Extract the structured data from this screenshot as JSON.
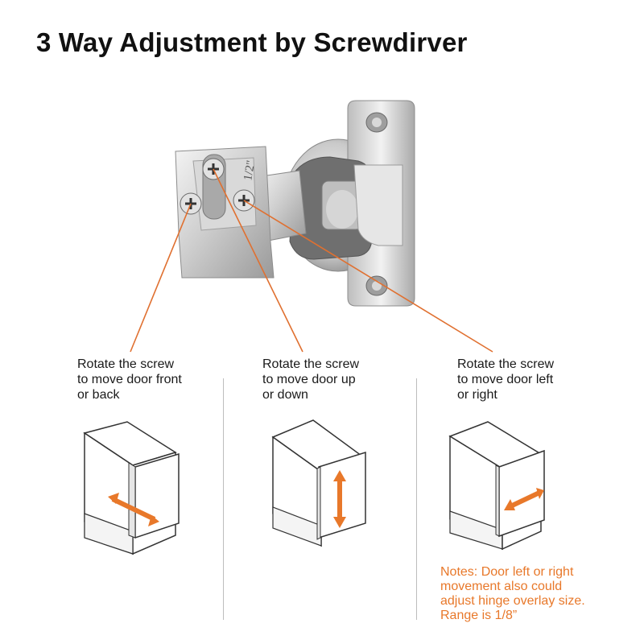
{
  "title": "3 Way Adjustment by Screwdirver",
  "hinge_label": "1/2\"",
  "columns": [
    {
      "id": "front-back",
      "text": "Rotate the screw\nto move door front\nor back"
    },
    {
      "id": "up-down",
      "text": "Rotate the screw\nto move door  up\nor down"
    },
    {
      "id": "left-right",
      "text": "Rotate the screw\nto move door left\nor right"
    }
  ],
  "note": "Notes: Door left or right\nmovement also could\nadjust hinge overlay size.\nRange is 1/8”",
  "colors": {
    "accent": "#e8782a",
    "leader_line": "#e07030",
    "note_text": "#e8782a",
    "divider": "#bdbdbd"
  },
  "icons": [
    "hinge-photo",
    "phillips-screw-icon",
    "cabinet-illustration",
    "double-arrow-icon"
  ]
}
